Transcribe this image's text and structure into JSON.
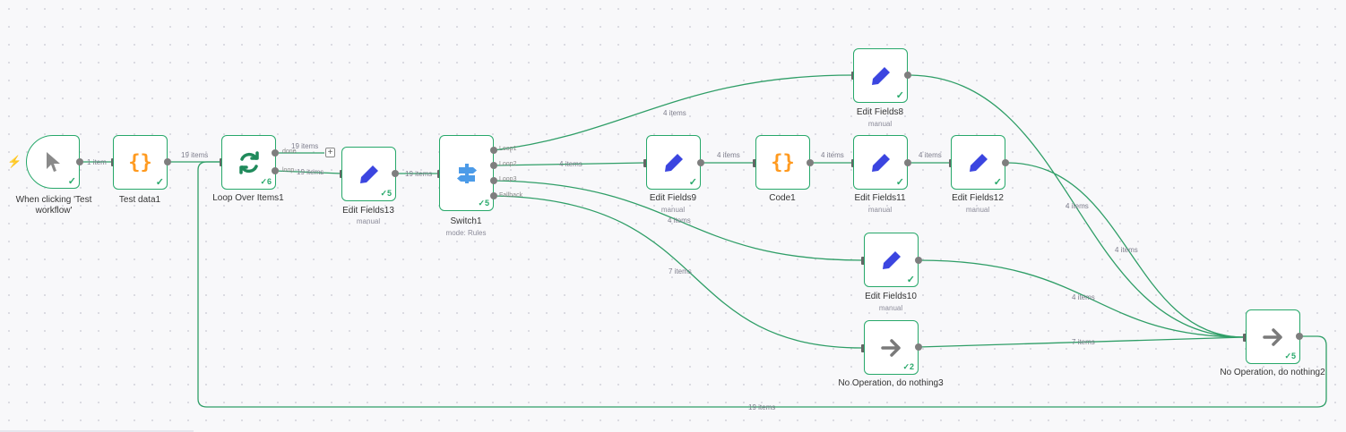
{
  "nodes": {
    "trigger": {
      "title": "When clicking 'Test workflow'"
    },
    "test_data1": {
      "title": "Test data1"
    },
    "loop": {
      "title": "Loop Over Items1",
      "count": "6",
      "port_done": "done",
      "port_loop": "loop"
    },
    "edit13": {
      "title": "Edit Fields13",
      "sub": "manual",
      "count": "5"
    },
    "switch1": {
      "title": "Switch1",
      "sub": "mode: Rules",
      "count": "5",
      "ports": [
        "Loop1",
        "Loop2",
        "Loop3",
        "Fallback"
      ]
    },
    "edit8": {
      "title": "Edit Fields8",
      "sub": "manual"
    },
    "edit9": {
      "title": "Edit Fields9",
      "sub": "manual"
    },
    "code1": {
      "title": "Code1"
    },
    "edit11": {
      "title": "Edit Fields11",
      "sub": "manual"
    },
    "edit12": {
      "title": "Edit Fields12",
      "sub": "manual"
    },
    "edit10": {
      "title": "Edit Fields10",
      "sub": "manual"
    },
    "noop3": {
      "title": "No Operation, do nothing3",
      "count": "2"
    },
    "noop2": {
      "title": "No Operation, do nothing2",
      "count": "5"
    }
  },
  "edge_labels": {
    "trigger_test": "1 item",
    "test_loop": "19 items",
    "loop_done": "19 items",
    "loop_edit13": "19 items",
    "edit13_switch": "19 items",
    "switch_edit8": "4 items",
    "switch_edit9": "4 items",
    "edit9_code": "4 items",
    "code_edit11": "4 items",
    "edit11_edit12": "4 items",
    "switch_edit10": "4 items",
    "switch_noop3": "7 items",
    "edit8_noop2": "4 items",
    "edit12_noop2": "4 items",
    "edit10_noop2": "4 items",
    "noop3_noop2": "7 items",
    "noop2_loop": "19 items"
  },
  "icons": {
    "trigger": "cursor-icon",
    "code": "braces-icon",
    "loop": "refresh-icon",
    "edit": "pencil-icon",
    "switch": "signpost-icon",
    "noop": "arrow-right-icon",
    "trigger_badge": "lightning-icon",
    "add": "plus-icon"
  },
  "colors": {
    "edge": "#2f9e67",
    "success": "#27a86a",
    "edit_icon": "#3b45e0",
    "code_icon": "#ff9a1f",
    "loop_icon": "#1f8a5b",
    "switch_icon": "#4c9be8",
    "noop_icon": "#7a7a7a",
    "trigger_icon": "#8a8a8a",
    "bolt": "#ee5a3b"
  }
}
